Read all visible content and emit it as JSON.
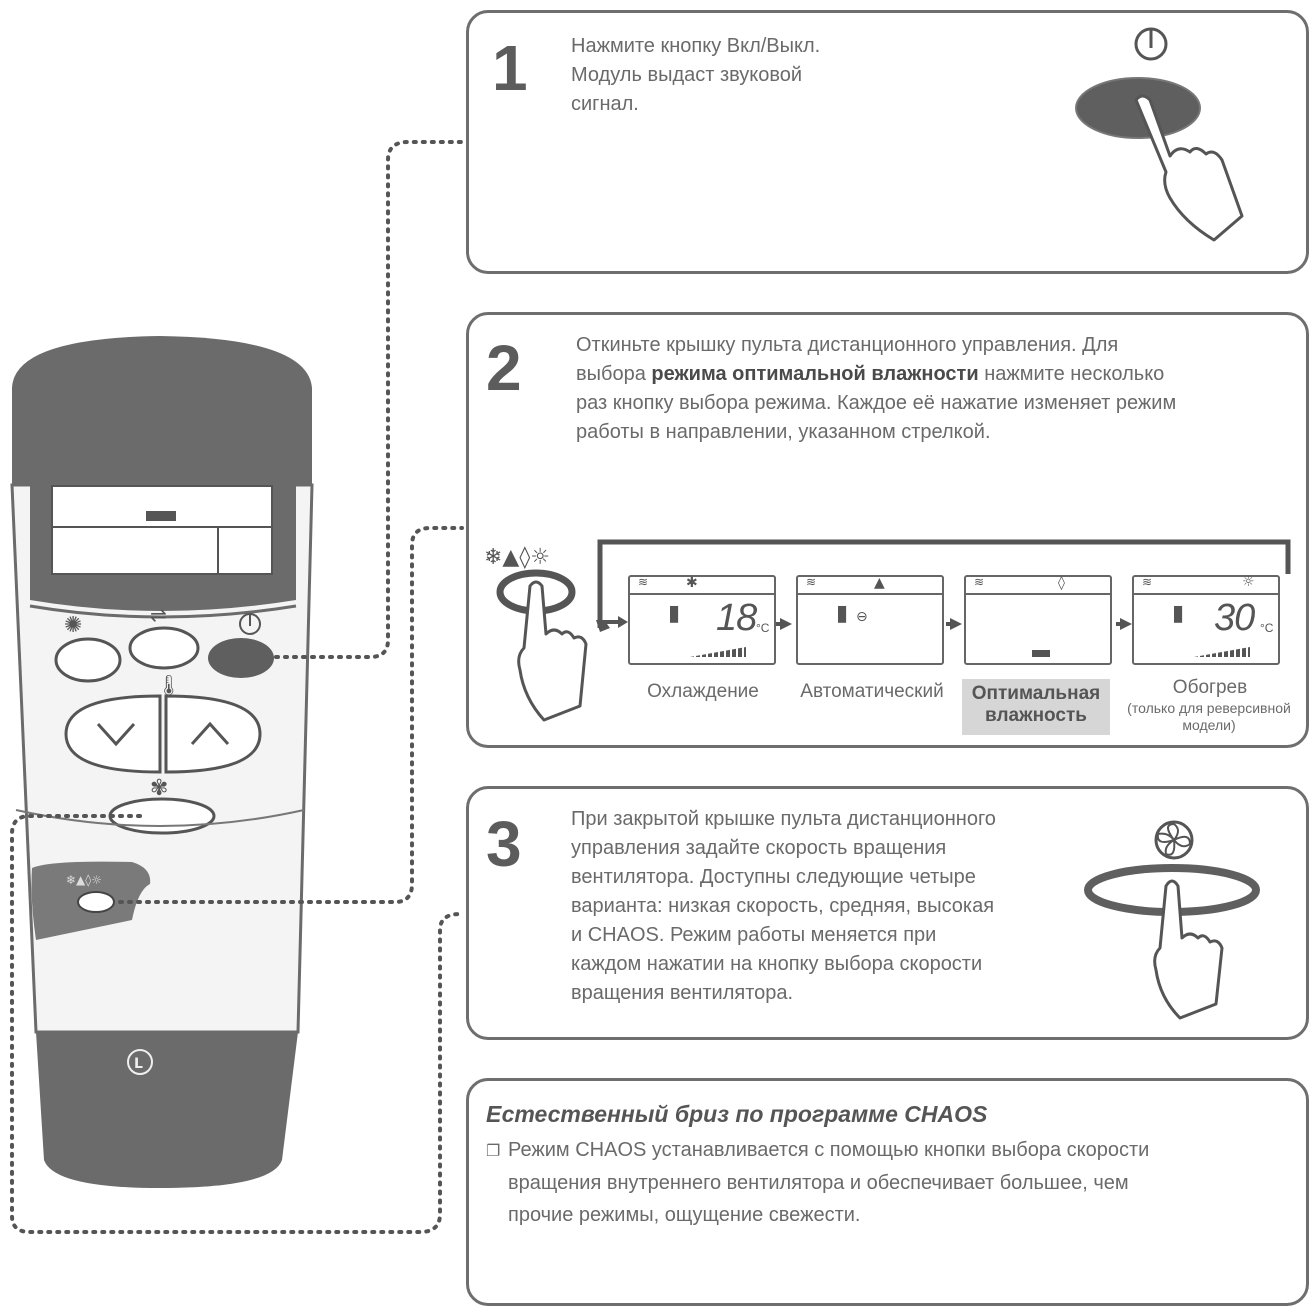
{
  "step1": {
    "number": "1",
    "lines": [
      "Нажмите кнопку Вкл/Выкл.",
      "Модуль выдаст звуковой",
      "сигнал."
    ]
  },
  "step2": {
    "number": "2",
    "line1": "Откиньте крышку пульта дистанционного управления. Для",
    "line2_pre": "выбора ",
    "line2_bold": "режима оптимальной влажности",
    "line2_post": " нажмите несколько",
    "line3": "раз кнопку выбора режима. Каждое её нажатие изменяет режим",
    "line4": "работы в направлении, указанном стрелкой.",
    "modes": [
      {
        "label": "Охлаждение",
        "display": "18",
        "unit": "°C"
      },
      {
        "label": "Автоматический",
        "display": "",
        "unit": ""
      },
      {
        "label_line1": "Оптимальная",
        "label_line2": "влажность",
        "display": "",
        "unit": ""
      },
      {
        "label": "Обогрев",
        "note_line1": "(только для реверсивной",
        "note_line2": "модели)",
        "display": "30",
        "unit": "°C"
      }
    ]
  },
  "step3": {
    "number": "3",
    "lines": [
      "При закрытой крышке пульта дистанционного",
      "управления задайте скорость вращения",
      "вентилятора. Доступны следующие четыре",
      "варианта: низкая скорость, средняя, высокая",
      "и CHAOS. Режим работы меняется при",
      "каждом нажатии на кнопку выбора скорости",
      "вращения вентилятора."
    ]
  },
  "chaos": {
    "title": "Естественный бриз по программе CHAOS",
    "bullet": "❐",
    "lines": [
      "Режим CHAOS устанавливается с помощью кнопки выбора скорости",
      "вращения внутреннего вентилятора и обеспечивает большее, чем",
      "прочие режимы, ощущение свежести."
    ]
  },
  "colors": {
    "body": "#6b6b6b",
    "border": "#6e6e6e",
    "highlight": "#d6d6d6"
  }
}
